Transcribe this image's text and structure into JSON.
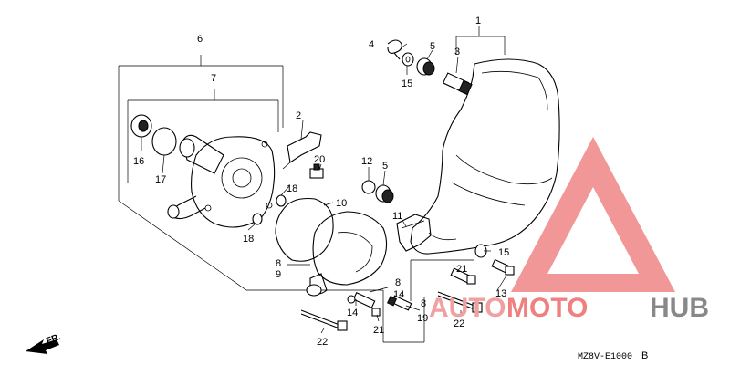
{
  "diagram_code": "MZ8V-E1000",
  "diagram_code_suffix": "B",
  "direction_label": "FR.",
  "watermark": {
    "text_a": "AUTO",
    "text_b": "MOTO",
    "text_c": "HUB",
    "colors": {
      "a": "#f0a0a0",
      "b": "#f08080",
      "c": "#888888",
      "triangle": "#f08585"
    }
  },
  "callouts": {
    "c1": "1",
    "c2": "2",
    "c3": "3",
    "c4": "4",
    "c5a": "5",
    "c5b": "5",
    "c6": "6",
    "c7": "7",
    "c8a": "8",
    "c8b": "8",
    "c8c": "8",
    "c9": "9",
    "c10": "10",
    "c11": "11",
    "c12": "12",
    "c13": "13",
    "c14a": "14",
    "c14b": "14",
    "c15a": "15",
    "c15b": "15",
    "c16": "16",
    "c17": "17",
    "c18a": "18",
    "c18b": "18",
    "c19": "19",
    "c20": "20",
    "c21a": "21",
    "c21b": "21",
    "c22a": "22",
    "c22b": "22"
  }
}
